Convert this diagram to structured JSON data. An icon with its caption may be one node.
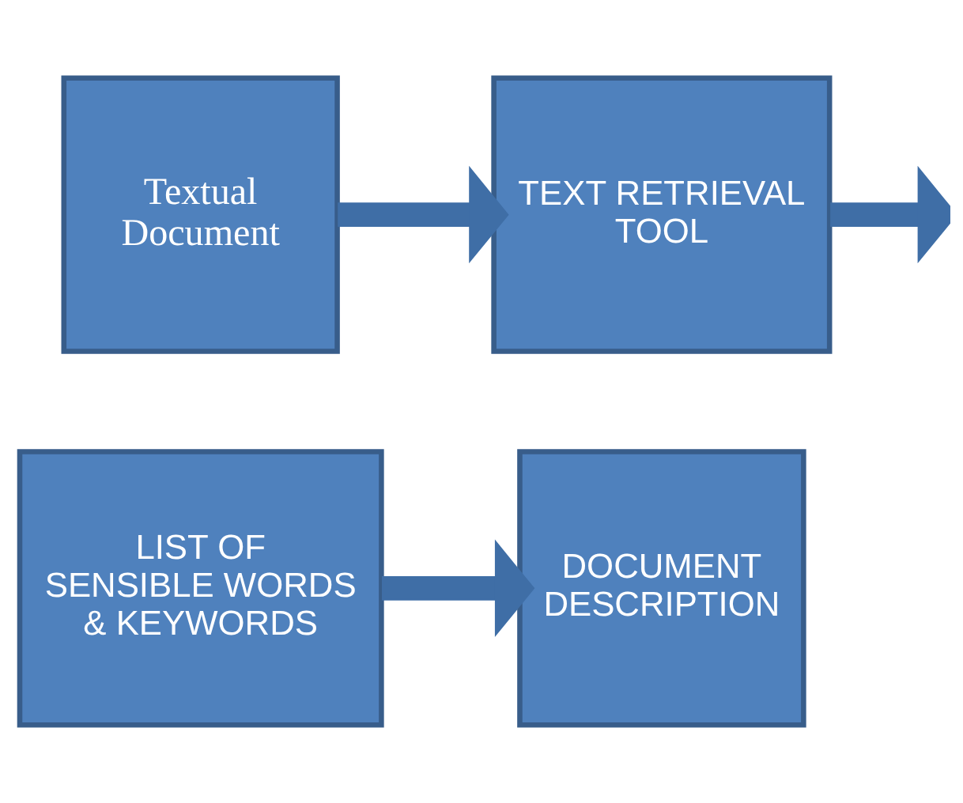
{
  "diagram": {
    "nodes": [
      {
        "text": [
          "Textual Document"
        ]
      },
      {
        "text": [
          "TEXT RETRIEVAL TOOL"
        ]
      },
      {
        "text": [
          "LIST OF SENSIBLE WORDS & KEYWORDS"
        ]
      },
      {
        "text": [
          "DOCUMENT DESCRIPTION"
        ]
      }
    ],
    "edges": [
      {
        "from": 0,
        "to": 1,
        "arrow": "to"
      },
      {
        "from": 1,
        "to": null,
        "arrow": "to"
      },
      {
        "from": 2,
        "to": 3,
        "arrow": "to"
      }
    ]
  }
}
